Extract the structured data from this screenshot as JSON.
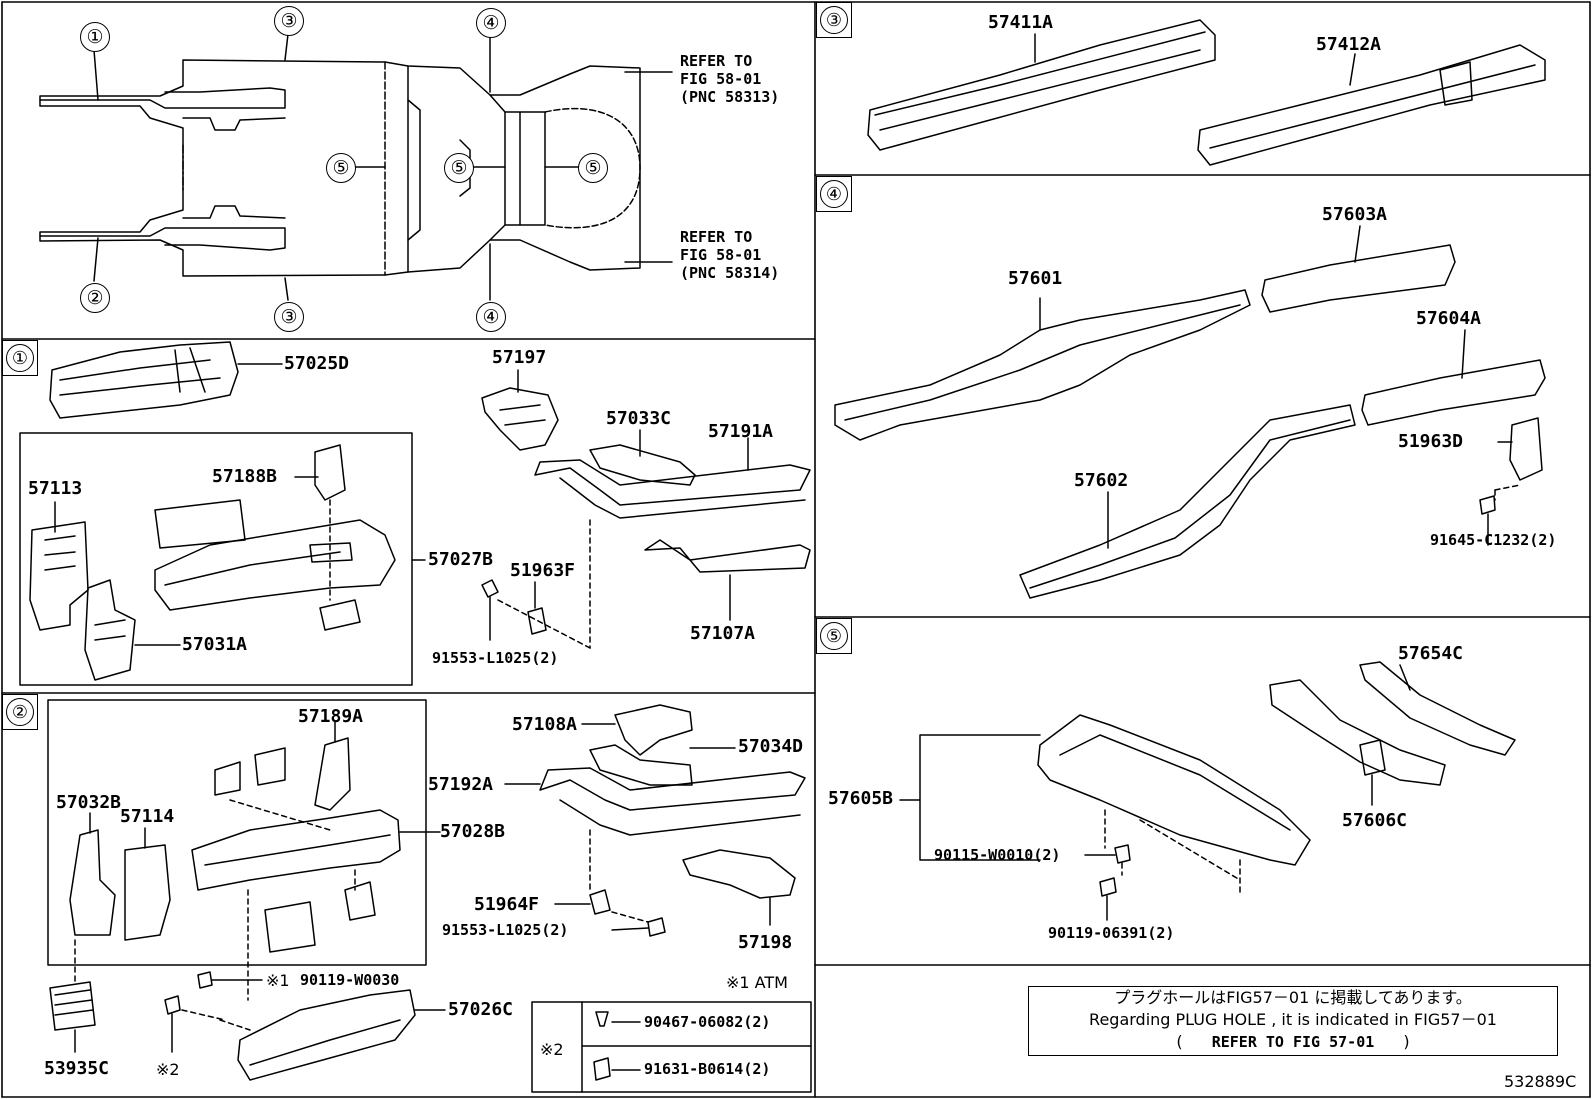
{
  "overview": {
    "callout_numbers": [
      "①",
      "②",
      "③",
      "③",
      "④",
      "④",
      "⑤",
      "⑤",
      "⑤"
    ],
    "refer_top": "REFER TO\nFIG 58-01\n(PNC 58313)",
    "refer_bottom": "REFER TO\nFIG 58-01\n(PNC 58314)"
  },
  "sections": {
    "s1": "①",
    "s2": "②",
    "s3": "③",
    "s4": "④",
    "s5": "⑤"
  },
  "parts": {
    "p57025D": "57025D",
    "p57113": "57113",
    "p57188B": "57188B",
    "p57027B": "57027B",
    "p57031A": "57031A",
    "p57197": "57197",
    "p57033C": "57033C",
    "p57191A": "57191A",
    "p51963F": "51963F",
    "p91553a": "91553-L1025(2)",
    "p57107A": "57107A",
    "p57189A": "57189A",
    "p57032B": "57032B",
    "p57114": "57114",
    "p57028B": "57028B",
    "p57108A": "57108A",
    "p57034D": "57034D",
    "p57192A": "57192A",
    "p51964F": "51964F",
    "p91553b": "91553-L1025(2)",
    "p57198": "57198",
    "p90119W": "90119-W0030",
    "p57026C": "57026C",
    "p53935C": "53935C",
    "p57411A": "57411A",
    "p57412A": "57412A",
    "p57603A": "57603A",
    "p57601": "57601",
    "p57604A": "57604A",
    "p51963D": "51963D",
    "p57602": "57602",
    "p91645": "91645-C1232(2)",
    "p57654C": "57654C",
    "p57605B": "57605B",
    "p57606C": "57606C",
    "p90115": "90115-W0010(2)",
    "p90119b": "90119-06391(2)",
    "p90467": "90467-06082(2)",
    "p91631": "91631-B0614(2)"
  },
  "notes": {
    "mark1": "※1",
    "mark1_atm": "※1 ATM",
    "mark2": "※2",
    "mark2_box": "※2",
    "plug_jp": "プラグホールはFIG57－01 に掲載してあります。",
    "plug_en": "Regarding PLUG HOLE , it is indicated in FIG57－01",
    "plug_ref_open": "(",
    "plug_ref": "REFER TO FIG 57-01",
    "plug_ref_close": ")",
    "figure_code": "532889C"
  }
}
